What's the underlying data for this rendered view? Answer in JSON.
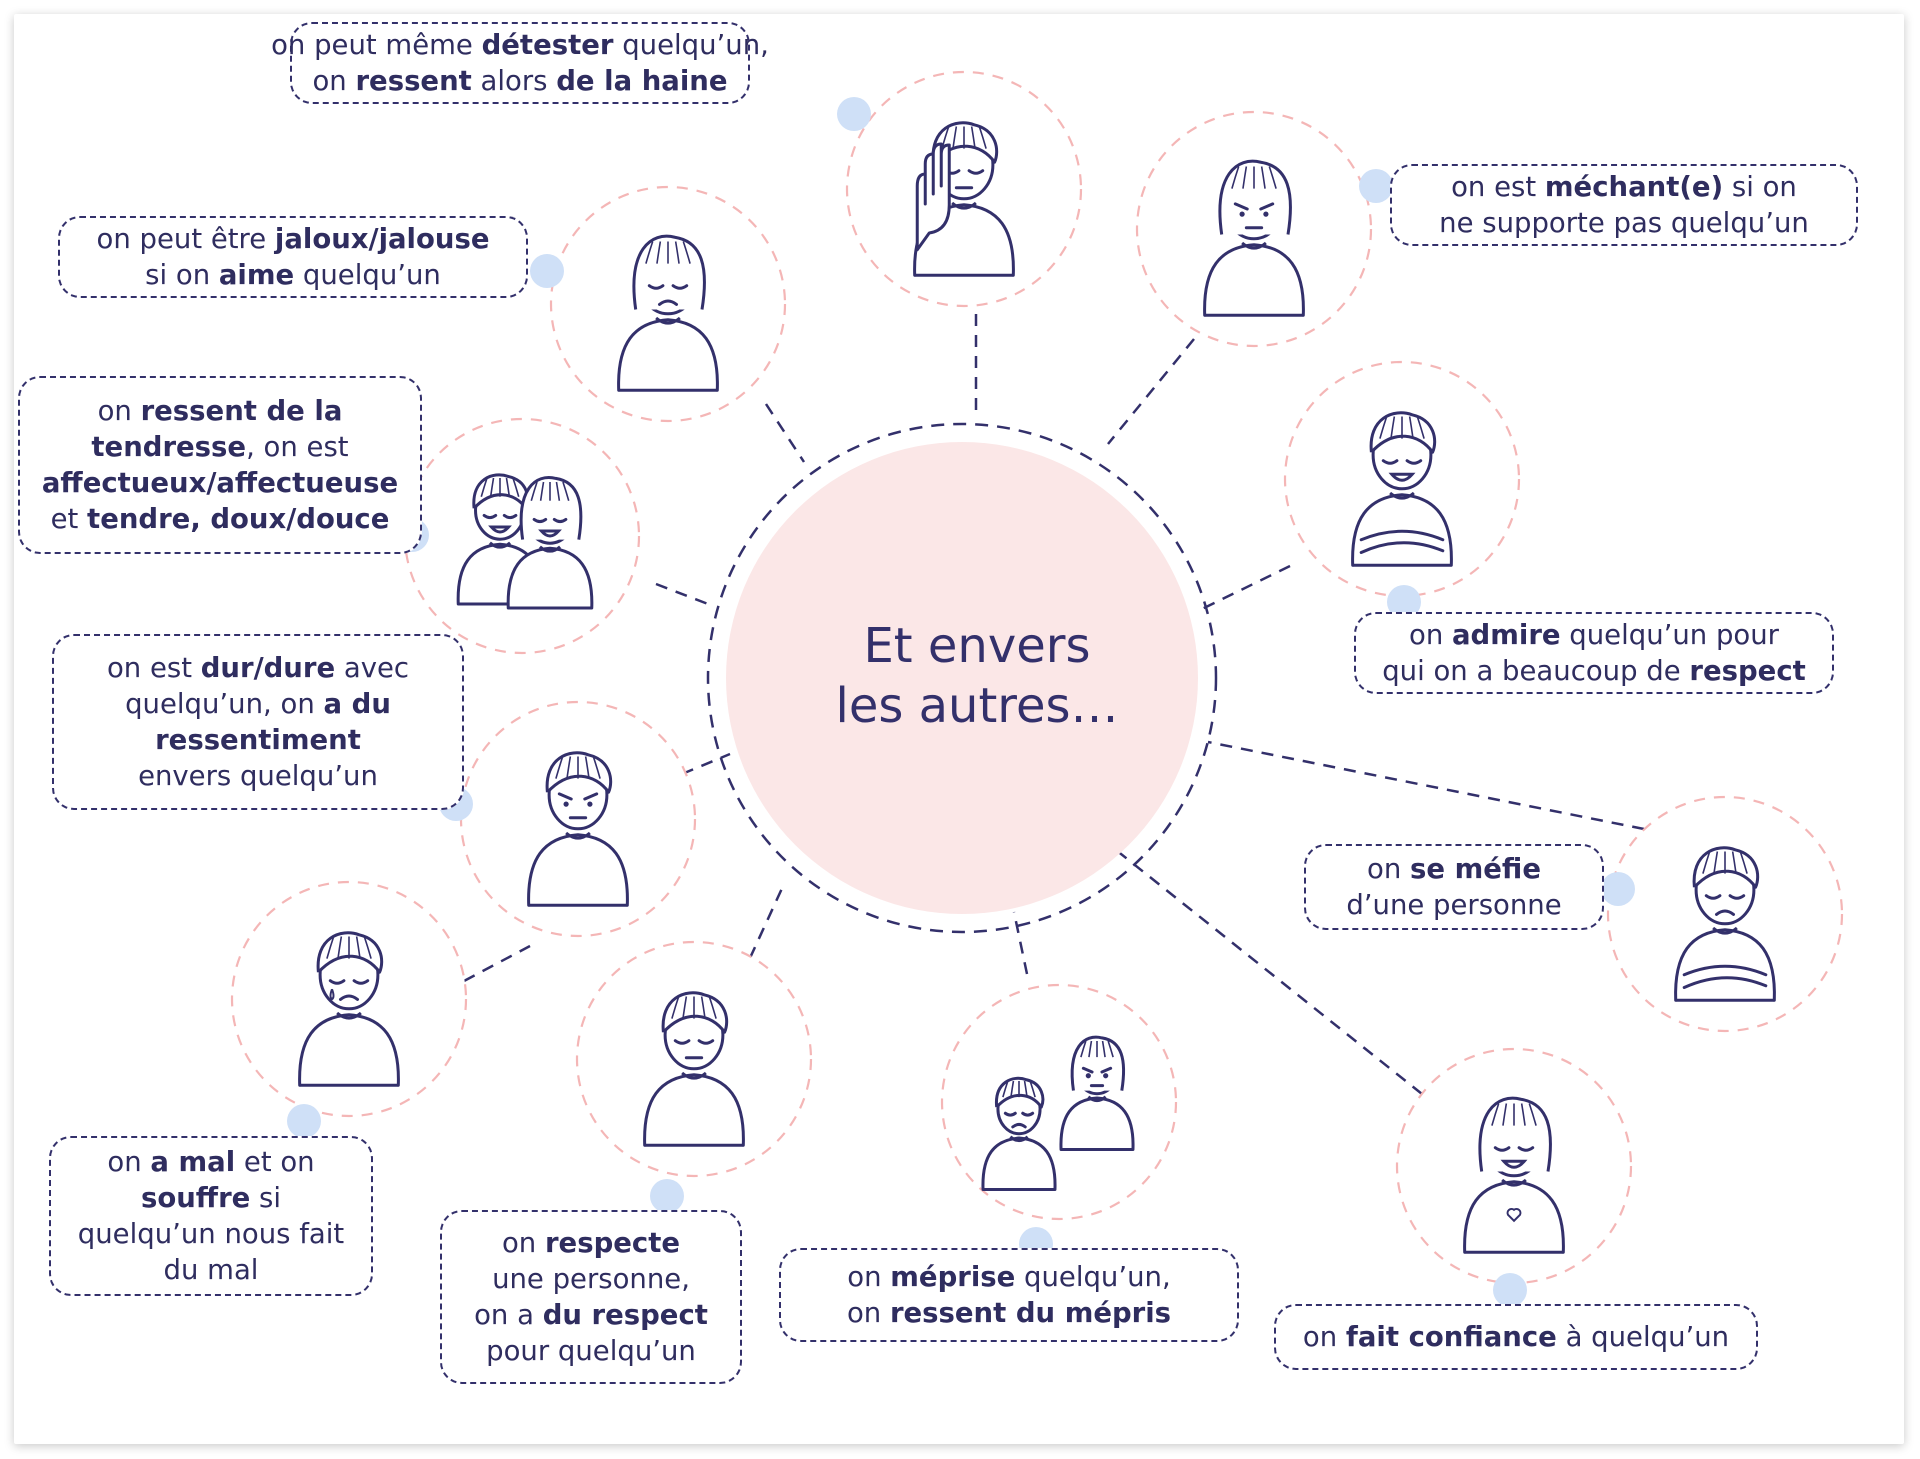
{
  "colors": {
    "ink": "#33306b",
    "center_fill": "#fbe7e7",
    "ring_dash": "#f4b6b6",
    "dot": "#cfe0f7"
  },
  "center": {
    "line1": "Et envers",
    "line2": "les autres…"
  },
  "nodes": [
    {
      "id": "detester",
      "illustration": "person-stop-hand-icon",
      "lines": [
        [
          {
            "t": "on peut même "
          },
          {
            "t": "détester",
            "b": true
          },
          {
            "t": " quelqu’un,"
          }
        ],
        [
          {
            "t": "on "
          },
          {
            "t": "ressent",
            "b": true
          },
          {
            "t": " alors "
          },
          {
            "t": "de la haine",
            "b": true
          }
        ]
      ]
    },
    {
      "id": "mechant",
      "illustration": "angry-girl-icon",
      "lines": [
        [
          {
            "t": "on est "
          },
          {
            "t": "méchant(e)",
            "b": true
          },
          {
            "t": " si on"
          }
        ],
        [
          {
            "t": "ne supporte pas quelqu’un"
          }
        ]
      ]
    },
    {
      "id": "jaloux",
      "illustration": "jealous-woman-icon",
      "lines": [
        [
          {
            "t": "on peut être "
          },
          {
            "t": "jaloux/jalouse",
            "b": true
          }
        ],
        [
          {
            "t": "si on "
          },
          {
            "t": "aime",
            "b": true
          },
          {
            "t": " quelqu’un"
          }
        ]
      ]
    },
    {
      "id": "tendresse",
      "illustration": "hugging-couple-icon",
      "lines": [
        [
          {
            "t": "on "
          },
          {
            "t": "ressent de la",
            "b": true
          }
        ],
        [
          {
            "t": "tendresse",
            "b": true
          },
          {
            "t": ", on est"
          }
        ],
        [
          {
            "t": "affectueux/affectueuse",
            "b": true
          }
        ],
        [
          {
            "t": "et "
          },
          {
            "t": "tendre, doux/douce",
            "b": true
          }
        ]
      ]
    },
    {
      "id": "admire",
      "illustration": "admiring-man-icon",
      "lines": [
        [
          {
            "t": "on "
          },
          {
            "t": "admire",
            "b": true
          },
          {
            "t": " quelqu’un pour"
          }
        ],
        [
          {
            "t": "qui on a beaucoup de "
          },
          {
            "t": "respect",
            "b": true
          }
        ]
      ]
    },
    {
      "id": "dur",
      "illustration": "resentful-man-icon",
      "lines": [
        [
          {
            "t": "on est "
          },
          {
            "t": "dur/dure",
            "b": true
          },
          {
            "t": " avec"
          }
        ],
        [
          {
            "t": "quelqu’un, on "
          },
          {
            "t": "a du",
            "b": true
          }
        ],
        [
          {
            "t": "ressentiment",
            "b": true
          }
        ],
        [
          {
            "t": "envers quelqu’un"
          }
        ]
      ]
    },
    {
      "id": "mefie",
      "illustration": "arms-crossed-man-icon",
      "lines": [
        [
          {
            "t": "on "
          },
          {
            "t": "se méfie",
            "b": true
          }
        ],
        [
          {
            "t": "d’une personne"
          }
        ]
      ]
    },
    {
      "id": "mal",
      "illustration": "crying-woman-icon",
      "lines": [
        [
          {
            "t": "on "
          },
          {
            "t": "a mal",
            "b": true
          },
          {
            "t": " et on"
          }
        ],
        [
          {
            "t": "souffre",
            "b": true
          },
          {
            "t": " si"
          }
        ],
        [
          {
            "t": "quelqu’un nous fait"
          }
        ],
        [
          {
            "t": "du mal"
          }
        ]
      ]
    },
    {
      "id": "respecte",
      "illustration": "respectful-woman-icon",
      "lines": [
        [
          {
            "t": "on "
          },
          {
            "t": "respecte",
            "b": true
          }
        ],
        [
          {
            "t": "une personne,"
          }
        ],
        [
          {
            "t": "on a "
          },
          {
            "t": "du respect",
            "b": true
          }
        ],
        [
          {
            "t": "pour quelqu’un"
          }
        ]
      ]
    },
    {
      "id": "meprise",
      "illustration": "contempt-scene-icon",
      "lines": [
        [
          {
            "t": "on "
          },
          {
            "t": "méprise",
            "b": true
          },
          {
            "t": " quelqu’un,"
          }
        ],
        [
          {
            "t": "on "
          },
          {
            "t": "ressent du mépris",
            "b": true
          }
        ]
      ]
    },
    {
      "id": "confiance",
      "illustration": "trusting-woman-icon",
      "lines": [
        [
          {
            "t": "on "
          },
          {
            "t": "fait confiance",
            "b": true
          },
          {
            "t": " à quelqu’un"
          }
        ]
      ]
    }
  ]
}
